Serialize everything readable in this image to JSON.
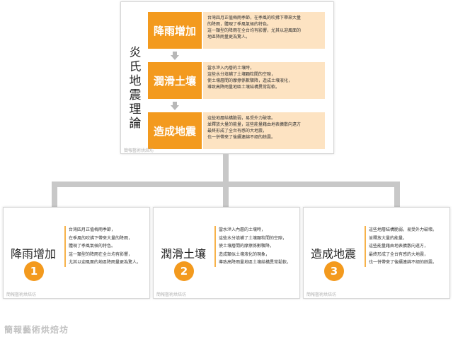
{
  "diagram": {
    "title": "炎氏地震理論",
    "steps": [
      {
        "label": "降雨增加",
        "lines": [
          "台灣四月正值梅雨季節，在季風的吹拂下帶來大量",
          "的降雨，體現了季風氣候的特色。",
          "這一類型的降雨在全台均有影響，尤其以迎風面的",
          "地區降雨量更為驚人。"
        ]
      },
      {
        "label": "潤滑土壤",
        "lines": [
          "當水滲入內層的土壤時，",
          "這些水分填補了土壤顆粒間的空隙，",
          "使土壤層間的摩擦係數驟降，造成土壤液化，",
          "導致高降雨量地區土壤結構異常鬆軟。"
        ]
      },
      {
        "label": "造成地震",
        "lines": [
          "這些地層結構脆弱，易受外力破壞。",
          "並釋放大量的能量，這些能量藉由地表擴散向遠方",
          "最終形成了全台有感的大地震，",
          "也一併帶來了後續連綿不絕的餘震。"
        ]
      }
    ],
    "watermark_small": "簡報藝術烘焙坊"
  },
  "cards": [
    {
      "title": "降雨增加",
      "number": "1",
      "lines": [
        "台灣四月正值梅雨季節，",
        "在季風的吹拂下帶來大量的降雨，",
        "體現了季風氣候的特色。",
        "這一類型的降雨在全台均有影響，",
        "尤其以迎風面的地區降雨量更為驚人。"
      ]
    },
    {
      "title": "潤滑土壤",
      "number": "2",
      "lines": [
        "當水滲入內層的土壤時，",
        "這些水分填補了土壤顆粒間的空隙，",
        "使土壤層間的摩擦係數驟降，",
        "造成類似土壤液化的現象，",
        "導致高降雨量地區土壤結構異常鬆軟。"
      ]
    },
    {
      "title": "造成地震",
      "number": "3",
      "lines": [
        "這些地層結構脆弱，易受外力破壞。",
        "並釋放大量的能量，",
        "這些能量藉由地表擴散向遠方，",
        "最終形成了全台有感的大地震，",
        "也一併帶來了後續連綿不絕的餘震。"
      ]
    }
  ],
  "footer": {
    "watermark": "簡報藝術烘焙坊"
  },
  "colors": {
    "accent": "#f39a1e",
    "accent_light": "#fde3c2",
    "connector": "#c8c8c8"
  }
}
